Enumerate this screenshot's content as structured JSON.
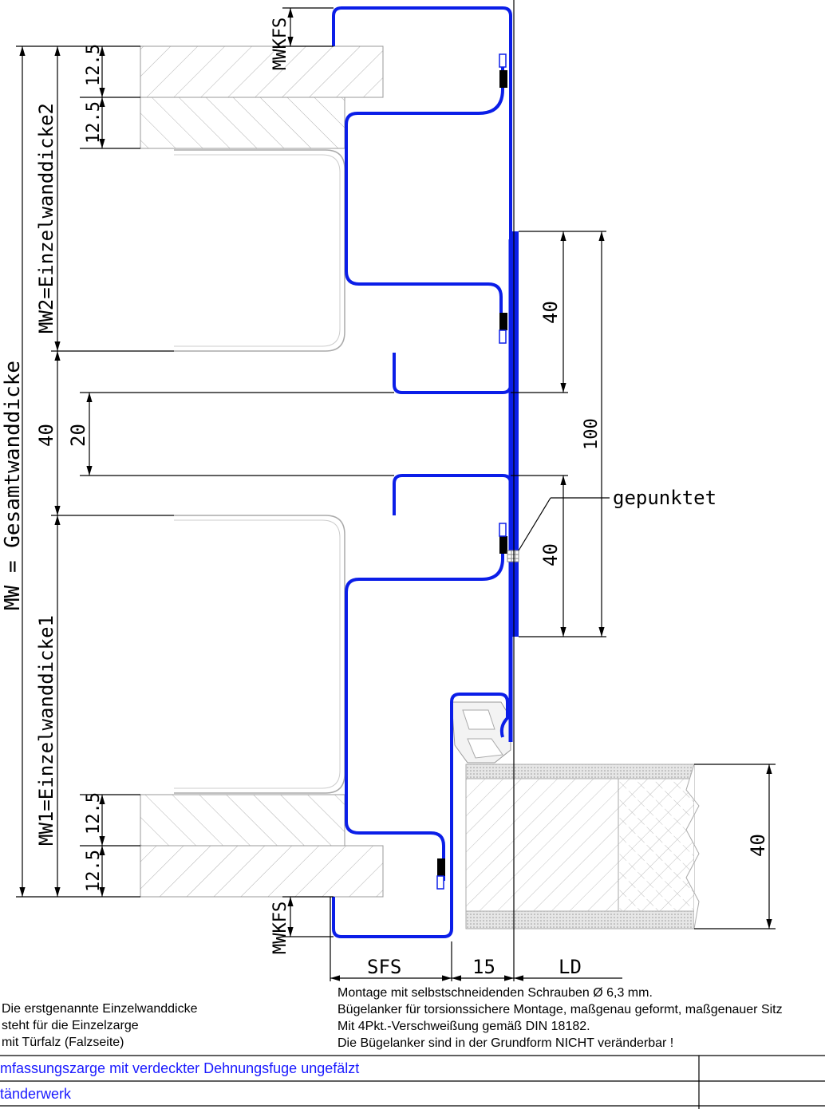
{
  "diagram": {
    "labels": {
      "total_thickness": "MW = Gesamtwanddicke",
      "wall2": "MW2=Einzelwanddicke2",
      "wall1": "MW1=Einzelwanddicke1",
      "board_top_1": "12.5",
      "board_top_2": "12.5",
      "board_bottom_1": "12.5",
      "board_bottom_2": "12.5",
      "gap_40": "40",
      "gap_20": "20",
      "anchor_40_top": "40",
      "anchor_40_bottom": "40",
      "anchor_100": "100",
      "door_40": "40",
      "mwkfs_top": "MWKFS",
      "mwkfs_bottom": "MWKFS",
      "sfs": "SFS",
      "dim_15": "15",
      "ld": "LD",
      "callout": "gepunktet"
    },
    "colors": {
      "frame": "#0b1ee8",
      "line": "#000000",
      "hatch": "#9a9a9a"
    }
  },
  "notes": {
    "left": [
      "Die erstgenannte Einzelwanddicke",
      "steht für die Einzelzarge",
      "mit Türfalz (Falzseite)"
    ],
    "right": [
      "Montage mit selbstschneidenden Schrauben Ø 6,3 mm.",
      "Bügelanker für torsionssichere Montage, maßgenau geformt, maßgenauer Sitz",
      "Mit 4Pkt.-Verschweißung gemäß DIN 18182.",
      "Die Bügelanker sind in der Grundform NICHT veränderbar !"
    ]
  },
  "title_block": {
    "row1": "mfassungszarge mit verdeckter Dehnungsfuge ungefälzt",
    "row2": "tänderwerk"
  }
}
